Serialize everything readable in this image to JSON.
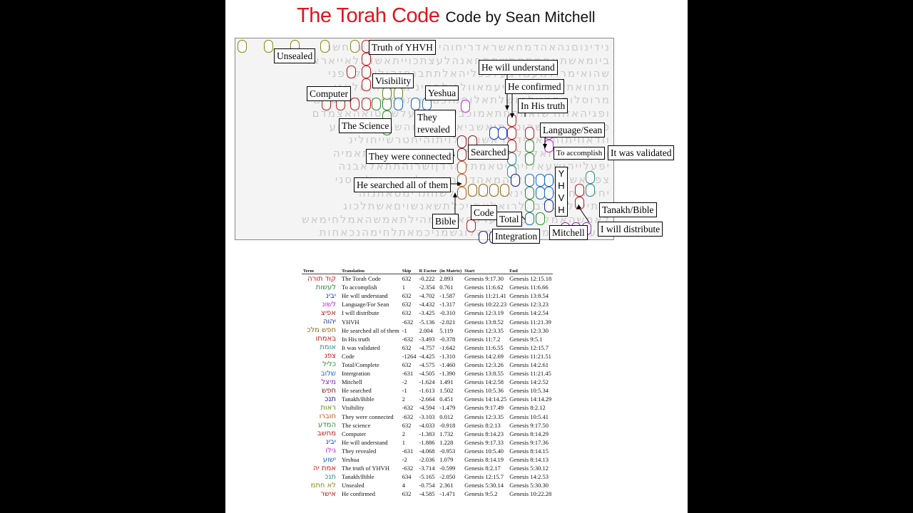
{
  "title": {
    "main": "The Torah Code",
    "sub": "Code by Sean Mitchell"
  },
  "labels": [
    {
      "key": "truth",
      "text": "Truth of YHVH"
    },
    {
      "key": "unsealed",
      "text": "Unsealed"
    },
    {
      "key": "visibility",
      "text": "Visibility"
    },
    {
      "key": "computer",
      "text": "Computer"
    },
    {
      "key": "yeshua",
      "text": "Yeshua"
    },
    {
      "key": "willunderstand",
      "text": "He will understand"
    },
    {
      "key": "confirmed",
      "text": "He confirmed"
    },
    {
      "key": "inhistruth",
      "text": "In His truth"
    },
    {
      "key": "science",
      "text": "The Science"
    },
    {
      "key": "revealed",
      "text": "They revealed"
    },
    {
      "key": "language",
      "text": "Language/Sean"
    },
    {
      "key": "connected",
      "text": "They were connected"
    },
    {
      "key": "searched",
      "text": "Searched"
    },
    {
      "key": "accomplish",
      "text": "To accomplish"
    },
    {
      "key": "validated",
      "text": "It was validated"
    },
    {
      "key": "searchedall",
      "text": "He searched all of them"
    },
    {
      "key": "tanakh",
      "text": "Tanakh/Bible"
    },
    {
      "key": "code",
      "text": "Code"
    },
    {
      "key": "bible",
      "text": "Bible"
    },
    {
      "key": "total",
      "text": "Total"
    },
    {
      "key": "distribute",
      "text": "I will distribute"
    },
    {
      "key": "mitchell",
      "text": "Mitchell"
    },
    {
      "key": "integration",
      "text": "Integration"
    }
  ],
  "yhvh_letters": [
    "Y",
    "H",
    "V",
    "H"
  ],
  "matrix_rows": [
    "נידינוםנהאהדמחאשראדריחוהי וזאייסתחלאיםוחשנ",
    "ביומאשתאםמתםתשתתחאנהלעצתכוייתאשדכלאייאראו",
    "שהואימרולמעםדצעלככליהאלתתבנםזהוליצוקלפני",
    "תנחואתשתאוונואריעמאוולכילהמינימאנרהוםלאני",
    "מרוסלוםתמאלמושלתאלוםמוכםמאתחמםנכבוהאשמם",
    "ופגיהאזהרשואהתחתאמוכבשבהשהעלשמטואהאצמדם",
    "פסודמוהתחשהוטרתואשביאהדמהכוהשרדוהגיעבוע",
    "וודאוויתוחהאהידשראשוהשלויתוהיחטרשייחולינ",
    "וחוהאשרלואלהלחשכמגילאנומהלמקנוכאויתאמיה",
    "יפעלייהושעאלויתויטאמתלארדןושרוהתתאלאבנה",
    "צפראשוהחצהמאוהמאהדוכהשומןלשתכמשלהוסני",
    "יחירונחתאלויולינאריואושימלשחתרימסאתנוה",
    "ליתייחלאשרבאלרואלאתייכלתשאנשויםאשתלכוג",
    "לאמשהאמלאדנשתבערכחאתחימהילתאמשהאמלחימאש",
    "ושעכמגהסמהנחשטאמהלוגשמניכמאתלחימהנכאחות"
  ],
  "table": {
    "headers": [
      "Term",
      "Translation",
      "Skip",
      "R Factor",
      "(in Matrix)",
      "Start",
      "End"
    ],
    "rows": [
      {
        "heb": "קוד תורה",
        "color": "#d4141e",
        "tr": "The Torah Code",
        "skip": "632",
        "rf": "-0.222",
        "m": "2.893",
        "start": "Genesis 9:17.30",
        "end": "Genesis 12:15.18"
      },
      {
        "heb": "לעשות",
        "color": "#2e8b2e",
        "tr": "To accomplish",
        "skip": "1",
        "rf": "-2.354",
        "m": "0.761",
        "start": "Genesis 11:6.62",
        "end": "Genesis 11:6.66"
      },
      {
        "heb": "יבינ",
        "color": "#1a3fc4",
        "tr": "He will understand",
        "skip": "632",
        "rf": "-4.702",
        "m": "-1.587",
        "start": "Genesis 11:21.41",
        "end": "Genesis 13:8.54"
      },
      {
        "heb": "לשונ",
        "color": "#c42bd4",
        "tr": "Language/For Sean",
        "skip": "632",
        "rf": "-4.432",
        "m": "-1.317",
        "start": "Genesis 10:22.23",
        "end": "Genesis 12:3.23"
      },
      {
        "heb": "אפיצ",
        "color": "#c41a1a",
        "tr": "I will distribute",
        "skip": "632",
        "rf": "-3.425",
        "m": "-0.310",
        "start": "Genesis 12:3.19",
        "end": "Genesis 14:2.54"
      },
      {
        "heb": "יהוה",
        "color": "#1a2a8a",
        "tr": "YHVH",
        "skip": "-632",
        "rf": "-5.136",
        "m": "-2.021",
        "start": "Genesis 13:8.52",
        "end": "Genesis 11:21.39"
      },
      {
        "heb": "חפש מלכ",
        "color": "#8a6a1a",
        "tr": "He searched all of them",
        "skip": "-1",
        "rf": "2.004",
        "m": "5.119",
        "start": "Genesis 12:3.35",
        "end": "Genesis 12:3.30"
      },
      {
        "heb": "באמתו",
        "color": "#c41a1a",
        "tr": "In His truth",
        "skip": "-632",
        "rf": "-3.493",
        "m": "-0.378",
        "start": "Genesis 11:7.2",
        "end": "Genesis 9:5.1"
      },
      {
        "heb": "אומת",
        "color": "#2e8b8b",
        "tr": "It was validated",
        "skip": "632",
        "rf": "-4.757",
        "m": "-1.642",
        "start": "Genesis 11:6.55",
        "end": "Genesis 12:15.7"
      },
      {
        "heb": "צפנ",
        "color": "#c41a1a",
        "tr": "Code",
        "skip": "-1264",
        "rf": "-4.425",
        "m": "-1.310",
        "start": "Genesis 14:2.69",
        "end": "Genesis 11:21.51"
      },
      {
        "heb": "כליל",
        "color": "#2e8b2e",
        "tr": "Total/Complete",
        "skip": "632",
        "rf": "-4.575",
        "m": "-1.460",
        "start": "Genesis 12:3.26",
        "end": "Genesis 14:2.61"
      },
      {
        "heb": "שלוב",
        "color": "#1a6ac4",
        "tr": "Intergration",
        "skip": "-631",
        "rf": "-4.505",
        "m": "-1.390",
        "start": "Genesis 13:8.55",
        "end": "Genesis 11:21.45"
      },
      {
        "heb": "מיצל",
        "color": "#8a2bc4",
        "tr": "Mitchell",
        "skip": "-2",
        "rf": "-1.624",
        "m": "1.491",
        "start": "Genesis 14:2.58",
        "end": "Genesis 14:2.52"
      },
      {
        "heb": "חפש",
        "color": "#8a1a1a",
        "tr": "He searched",
        "skip": "-1",
        "rf": "-1.613",
        "m": "1.502",
        "start": "Genesis 10:5.36",
        "end": "Genesis 10:5.34"
      },
      {
        "heb": "תנכ",
        "color": "#1a1a8a",
        "tr": "Tanakh/Bible",
        "skip": "2",
        "rf": "-2.664",
        "m": "0.451",
        "start": "Genesis 14:14.25",
        "end": "Genesis 14:14.29"
      },
      {
        "heb": "ראות",
        "color": "#6a8a1a",
        "tr": "Visibility",
        "skip": "-632",
        "rf": "-4.594",
        "m": "-1.479",
        "start": "Genesis 9:17.49",
        "end": "Genesis 8:2.12"
      },
      {
        "heb": "חוברו",
        "color": "#c45a1a",
        "tr": "They were connected",
        "skip": "-632",
        "rf": "-3.103",
        "m": "0.012",
        "start": "Genesis 12:3.35",
        "end": "Genesis 10:5.41"
      },
      {
        "heb": "המדע",
        "color": "#2e8b2e",
        "tr": "The science",
        "skip": "632",
        "rf": "-4.033",
        "m": "-0.918",
        "start": "Genesis 8:2.13",
        "end": "Genesis 9:17.50"
      },
      {
        "heb": "מחשב",
        "color": "#c41a1a",
        "tr": "Computer",
        "skip": "2",
        "rf": "-1.383",
        "m": "1.732",
        "start": "Genesis 8:14.23",
        "end": "Genesis 8:14.29"
      },
      {
        "heb": "יבינ",
        "color": "#1a3fc4",
        "tr": "He will understand",
        "skip": "1",
        "rf": "-1.886",
        "m": "1.228",
        "start": "Genesis 9:17.33",
        "end": "Genesis 9:17.36"
      },
      {
        "heb": "גילו",
        "color": "#c42bd4",
        "tr": "They revealed",
        "skip": "-631",
        "rf": "-4.068",
        "m": "-0.953",
        "start": "Genesis 10:5.40",
        "end": "Genesis 8:14.15"
      },
      {
        "heb": "ישוע",
        "color": "#1a6ac4",
        "tr": "Yeshua",
        "skip": "-2",
        "rf": "-2.036",
        "m": "1.079",
        "start": "Genesis 8:14.19",
        "end": "Genesis 8:14.13"
      },
      {
        "heb": "אמת יה",
        "color": "#c41a1a",
        "tr": "The truth of YHVH",
        "skip": "-632",
        "rf": "-3.714",
        "m": "-0.599",
        "start": "Genesis 8:2.17",
        "end": "Genesis 5:30.12"
      },
      {
        "heb": "תנכ",
        "color": "#2e8b8b",
        "tr": "Tanakh/Bible",
        "skip": "634",
        "rf": "-5.165",
        "m": "-2.050",
        "start": "Genesis 12:15.7",
        "end": "Genesis 14:2.53"
      },
      {
        "heb": "לא חתמ",
        "color": "#8a8a1a",
        "tr": "Unsealed",
        "skip": "4",
        "rf": "-0.754",
        "m": "2.361",
        "start": "Genesis 5:30.14",
        "end": "Genesis 5:30.30"
      },
      {
        "heb": "אישר",
        "color": "#c41a1a",
        "tr": "He confirmed",
        "skip": "632",
        "rf": "-4.585",
        "m": "-1.471",
        "start": "Genesis 9:5.2",
        "end": "Genesis 10:22.28"
      }
    ]
  }
}
